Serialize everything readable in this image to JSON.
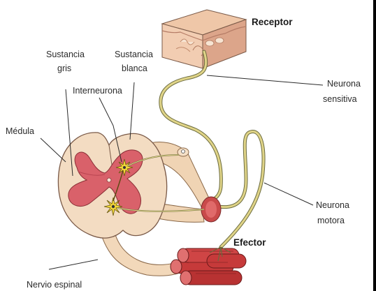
{
  "labels": {
    "receptor": "Receptor",
    "sustancia_gris_line1": "Sustancia",
    "sustancia_gris_line2": "gris",
    "sustancia_blanca_line1": "Sustancia",
    "sustancia_blanca_line2": "blanca",
    "interneurona": "Interneurona",
    "medula": "Médula",
    "neurona_sensitiva_line1": "Neurona",
    "neurona_sensitiva_line2": "sensitiva",
    "neurona_motora_line1": "Neurona",
    "neurona_motora_line2": "motora",
    "efector": "Efector",
    "nervio_espinal": "Nervio espinal"
  },
  "colors": {
    "white_matter": "#f3dcc2",
    "gray_matter": "#d9616a",
    "muscle": "#c63a3a",
    "skin": "#e9b898",
    "nerve_fiber": "#d8cc80"
  }
}
